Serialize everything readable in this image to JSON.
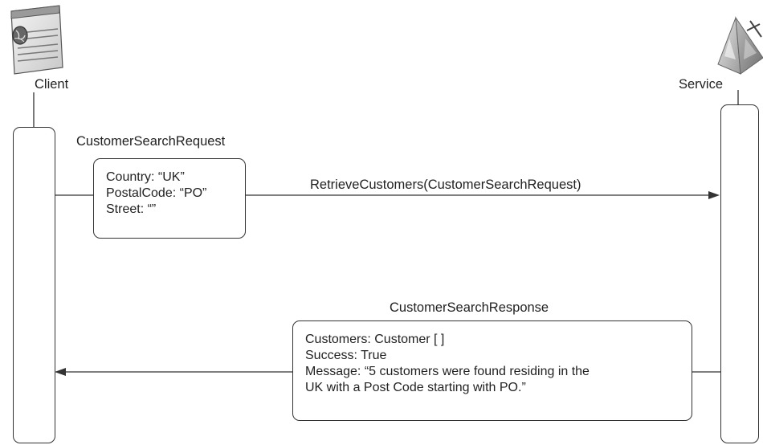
{
  "participants": {
    "client": {
      "label": "Client",
      "icon": "globe-document-icon"
    },
    "service": {
      "label": "Service",
      "icon": "service-pyramid-icon"
    }
  },
  "request": {
    "type_label": "CustomerSearchRequest",
    "fields": [
      "Country: “UK”",
      "PostalCode: “PO”",
      "Street: “”"
    ],
    "call_label": "RetrieveCustomers(CustomerSearchRequest)"
  },
  "response": {
    "type_label": "CustomerSearchResponse",
    "fields": [
      "Customers: Customer [ ]",
      "Success: True",
      "Message: “5 customers were found residing in the",
      "UK with a Post Code starting with PO.”"
    ]
  }
}
